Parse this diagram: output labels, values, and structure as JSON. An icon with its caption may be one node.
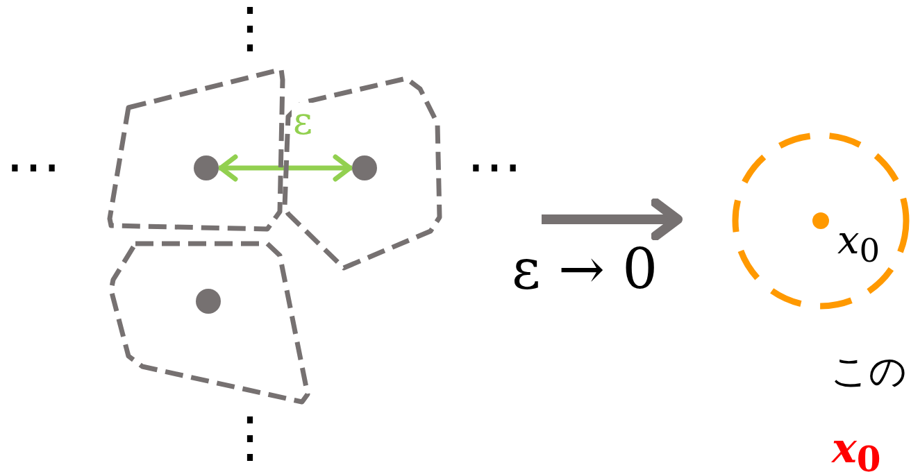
{
  "diagram": {
    "nodes": [
      {
        "text": [],
        "shape": "box"
      },
      {
        "text": [],
        "shape": "circle",
        "in": 0
      },
      {
        "text": [],
        "shape": "box"
      },
      {
        "text": [],
        "shape": "circle",
        "in": 2
      },
      {
        "text": [],
        "shape": "box"
      },
      {
        "text": [],
        "shape": "circle",
        "in": 4
      },
      {
        "text": [
          "*x*$_{0}$"
        ]
      }
    ],
    "edges": [
      {
        "from": 1,
        "to": 3,
        "arrow": "both",
        "label": "ε",
        "color": "#92d050"
      },
      {
        "from": null,
        "to": 6,
        "arrow": "to",
        "label": "ε → 0",
        "style": "thick",
        "color": "#767171"
      }
    ],
    "labels": [
      "⋮",
      "⋯",
      "⋯",
      "⋮",
      "この",
      "*x*$_{0}$"
    ]
  }
}
